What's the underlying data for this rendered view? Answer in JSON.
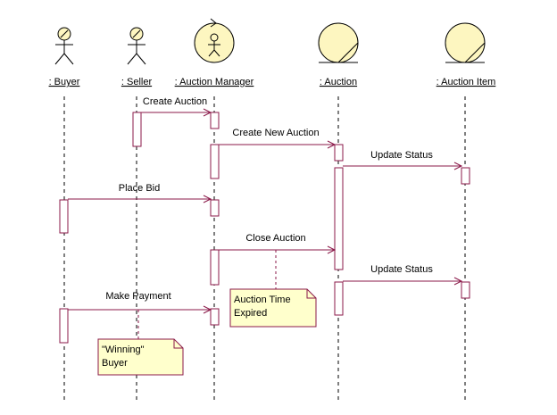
{
  "participants": [
    {
      "id": "buyer",
      "label": ": Buyer",
      "kind": "actor"
    },
    {
      "id": "seller",
      "label": ": Seller",
      "kind": "actor"
    },
    {
      "id": "manager",
      "label": ": Auction Manager",
      "kind": "control"
    },
    {
      "id": "auction",
      "label": ": Auction",
      "kind": "entity"
    },
    {
      "id": "item",
      "label": ": Auction Item",
      "kind": "entity"
    }
  ],
  "messages": [
    {
      "from": "seller",
      "to": "manager",
      "label": "Create Auction"
    },
    {
      "from": "manager",
      "to": "auction",
      "label": "Create New Auction"
    },
    {
      "from": "auction",
      "to": "item",
      "label": "Update Status"
    },
    {
      "from": "buyer",
      "to": "manager",
      "label": "Place Bid"
    },
    {
      "from": "manager",
      "to": "auction",
      "label": "Close Auction"
    },
    {
      "from": "auction",
      "to": "item",
      "label": "Update Status"
    },
    {
      "from": "buyer",
      "to": "manager",
      "label": "Make Payment"
    }
  ],
  "notes": [
    {
      "lines": [
        "Auction Time",
        "Expired"
      ]
    },
    {
      "lines": [
        "\"Winning\"",
        "Buyer"
      ]
    }
  ],
  "colors": {
    "line": "#8b1a4a",
    "icon_fill": "#fdf6c0",
    "note_fill": "#ffffcc",
    "stroke": "#000000"
  }
}
